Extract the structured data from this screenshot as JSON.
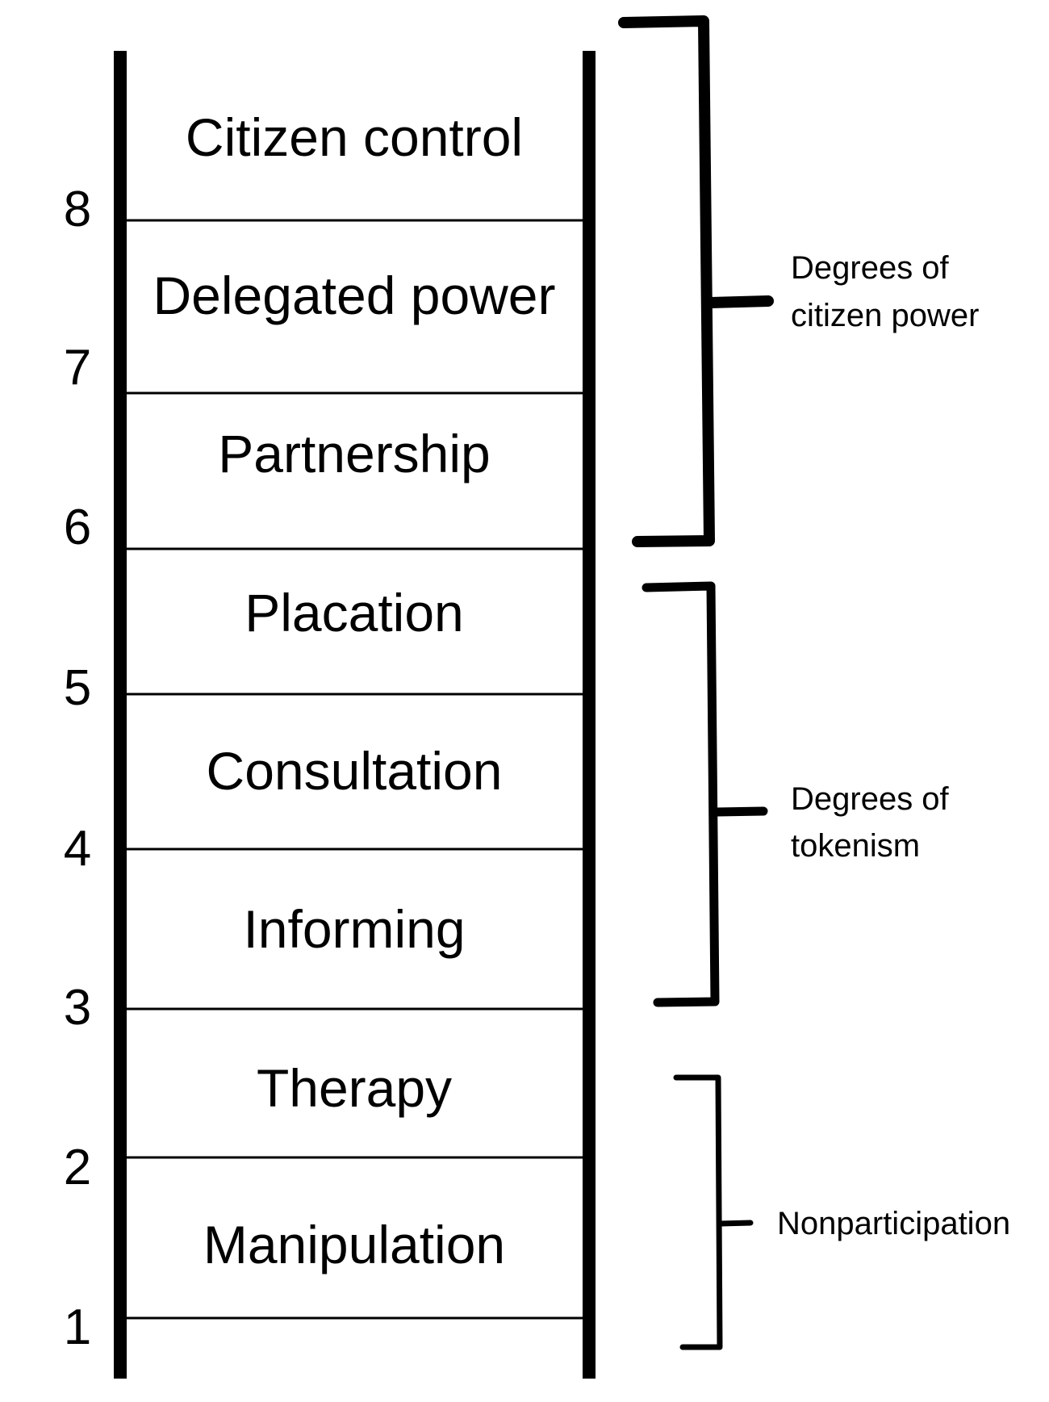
{
  "ladder": {
    "rungs": [
      {
        "number": "8",
        "label": "Citizen control"
      },
      {
        "number": "7",
        "label": "Delegated power"
      },
      {
        "number": "6",
        "label": "Partnership"
      },
      {
        "number": "5",
        "label": "Placation"
      },
      {
        "number": "4",
        "label": "Consultation"
      },
      {
        "number": "3",
        "label": "Informing"
      },
      {
        "number": "2",
        "label": "Therapy"
      },
      {
        "number": "1",
        "label": "Manipulation"
      }
    ]
  },
  "groups": [
    {
      "line1": "Degrees of",
      "line2": "citizen power"
    },
    {
      "line1": "Degrees of",
      "line2": "tokenism"
    },
    {
      "line1": "Nonparticipation"
    }
  ],
  "colors": {
    "ink": "#000000",
    "background": "#ffffff"
  }
}
